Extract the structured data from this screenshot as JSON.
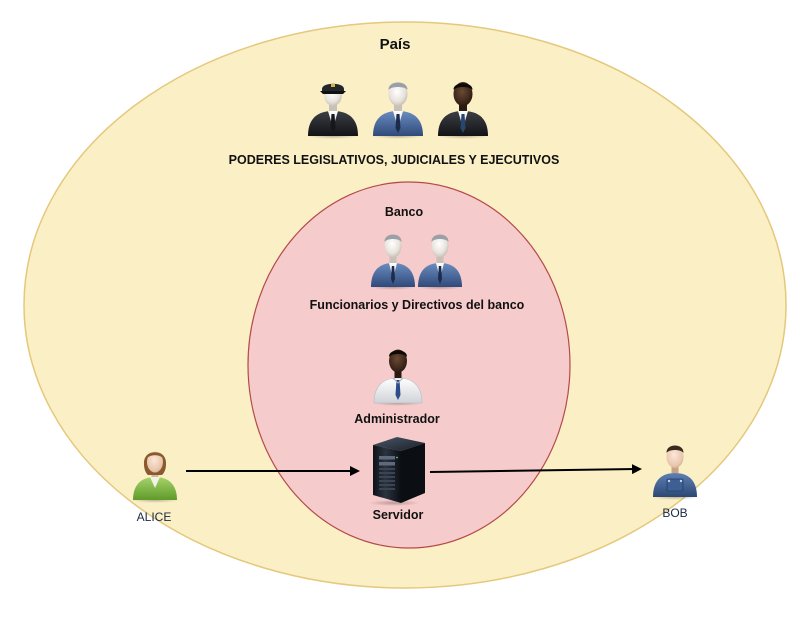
{
  "country": {
    "label": "País",
    "powers_label": "PODERES LEGISLATIVOS, JUDICIALES Y EJECUTIVOS",
    "fill": "#fbefc6",
    "stroke": "#e4c87c"
  },
  "bank": {
    "label": "Banco",
    "staff_label": "Funcionarios y Directivos del banco",
    "admin_label": "Administrador",
    "server_label": "Servidor",
    "fill": "#f6cbcb",
    "stroke": "#b54a4a"
  },
  "actors": {
    "alice_label": "ALICE",
    "bob_label": "BOB"
  },
  "arrows": [
    {
      "from": "ALICE",
      "to": "Servidor"
    },
    {
      "from": "Servidor",
      "to": "BOB"
    }
  ]
}
